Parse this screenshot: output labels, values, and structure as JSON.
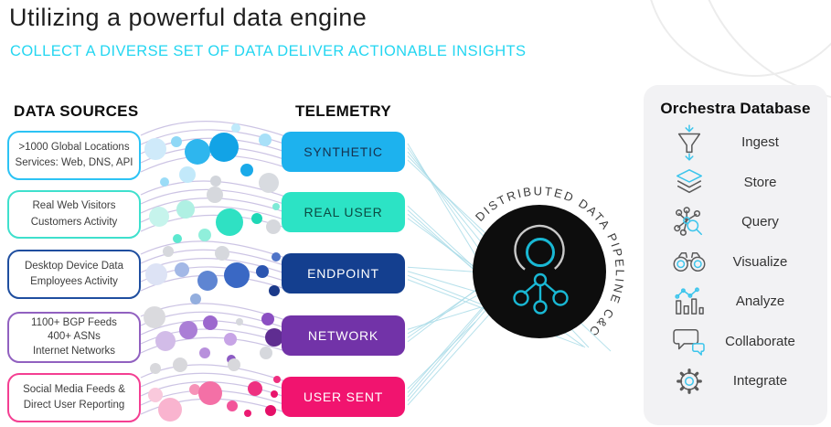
{
  "header": {
    "title": "Utilizing a powerful data engine",
    "subtitle": "COLLECT A DIVERSE SET OF DATA DELIVER ACTIONABLE INSIGHTS"
  },
  "data_sources": {
    "heading": "DATA SOURCES",
    "items": [
      {
        "lines": [
          ">1000 Global Locations",
          "Services: Web, DNS, API"
        ],
        "border_color": "#2cc3f4"
      },
      {
        "lines": [
          "Real Web Visitors",
          "Customers Activity"
        ],
        "border_color": "#3fe0cd"
      },
      {
        "lines": [
          "Desktop Device Data",
          "Employees Activity"
        ],
        "border_color": "#1f4e9f"
      },
      {
        "lines": [
          "1100+ BGP Feeds",
          "400+ ASNs",
          "Internet Networks"
        ],
        "border_color": "#9161c0"
      },
      {
        "lines": [
          "Social Media Feeds &",
          "Direct User Reporting"
        ],
        "border_color": "#f43f92"
      }
    ]
  },
  "telemetry": {
    "heading": "TELEMETRY",
    "items": [
      {
        "label": "SYNTHETIC",
        "bg": "#1db2ee",
        "text_color": "#16324f"
      },
      {
        "label": "REAL USER",
        "bg": "#2ce3c5",
        "text_color": "#0b4b43"
      },
      {
        "label": "ENDPOINT",
        "bg": "#143f8f",
        "text_color": "#ffffff"
      },
      {
        "label": "NETWORK",
        "bg": "#7233a8",
        "text_color": "#ffffff"
      },
      {
        "label": "USER SENT",
        "bg": "#f1146f",
        "text_color": "#ffffff"
      }
    ]
  },
  "pipeline": {
    "curved_label": "DISTRIBUTED DATA PIPELINE C&C",
    "circle_color": "#0d0d0d",
    "icon_accent": "#19b8d4"
  },
  "database_panel": {
    "title": "Orchestra Database",
    "items": [
      {
        "icon": "ingest-icon",
        "label": "Ingest"
      },
      {
        "icon": "store-icon",
        "label": "Store"
      },
      {
        "icon": "query-icon",
        "label": "Query"
      },
      {
        "icon": "visualize-icon",
        "label": "Visualize"
      },
      {
        "icon": "analyze-icon",
        "label": "Analyze"
      },
      {
        "icon": "collaborate-icon",
        "label": "Collaborate"
      },
      {
        "icon": "integrate-icon",
        "label": "Integrate"
      }
    ]
  },
  "colors": {
    "subtitle_accent": "#24d6f1",
    "wave_line": "#b7abd8",
    "mesh_line": "#abdce8",
    "panel_bg": "#f2f2f4"
  }
}
